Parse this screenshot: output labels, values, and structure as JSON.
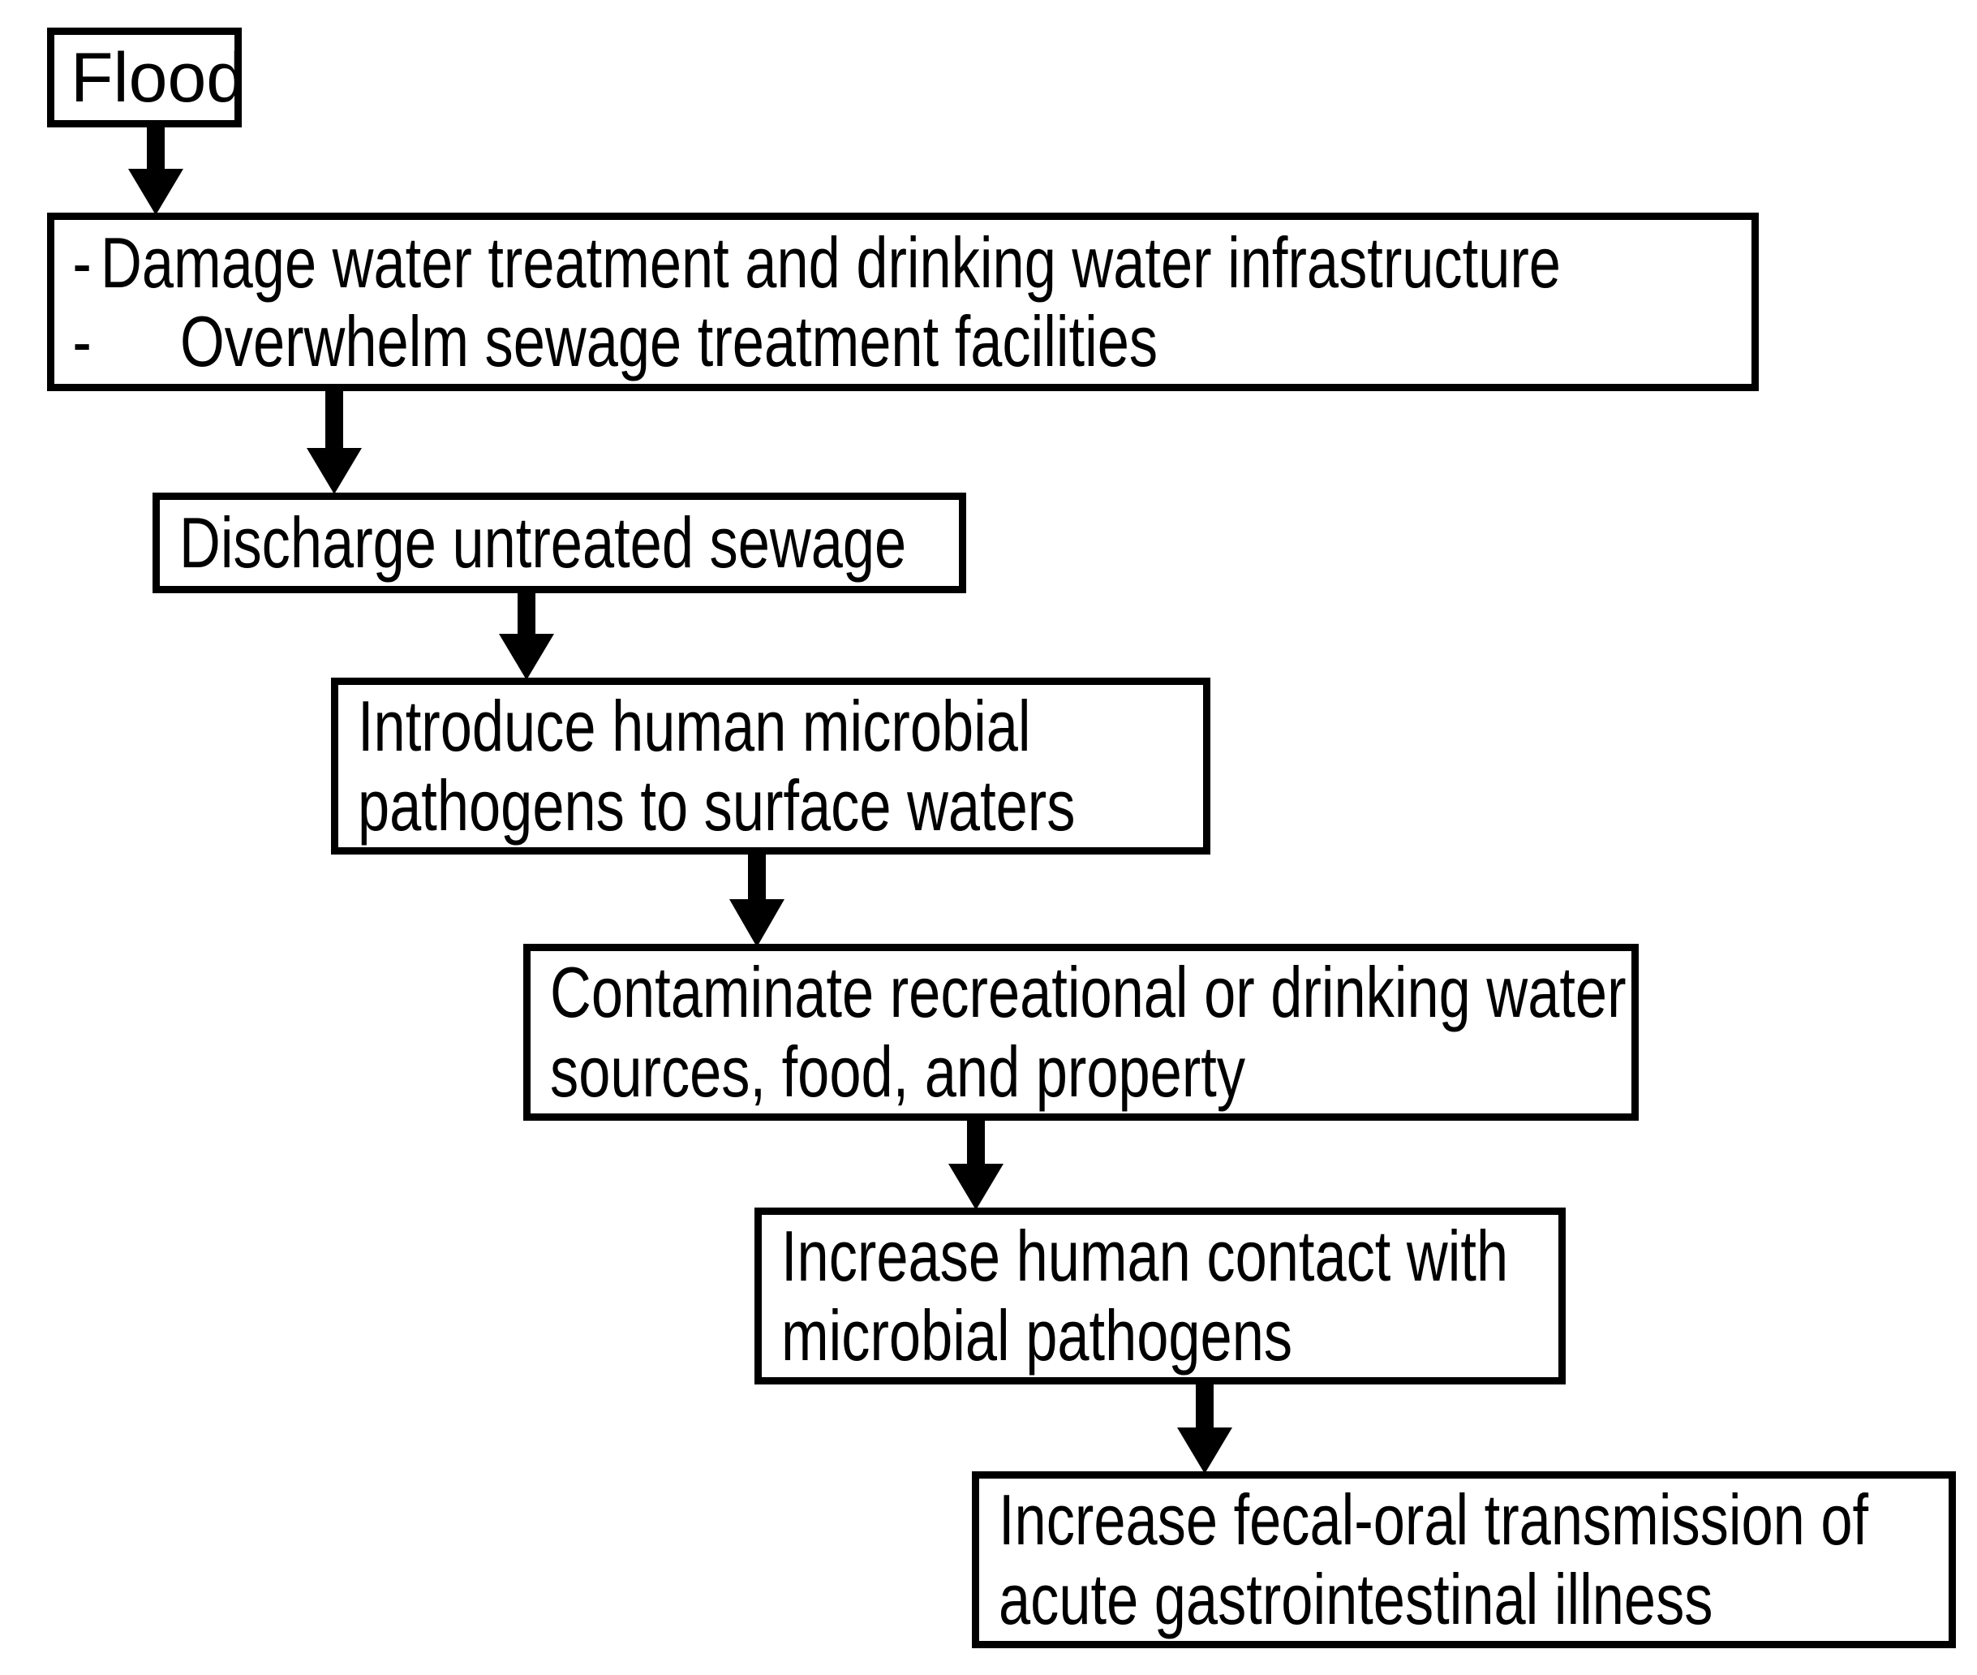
{
  "diagram": {
    "title": "Flood to acute gastrointestinal illness pathway",
    "accent_color": "#000000",
    "background_color": "#ffffff",
    "nodes": [
      {
        "id": "flood",
        "lines": [
          "Flood"
        ]
      },
      {
        "id": "damage",
        "bullet_marker": "-",
        "lines": [
          "Damage water treatment and drinking water infrastructure",
          "Overwhelm sewage treatment facilities"
        ]
      },
      {
        "id": "discharge",
        "lines": [
          "Discharge untreated sewage"
        ]
      },
      {
        "id": "introduce",
        "lines": [
          "Introduce human microbial",
          "pathogens to surface waters"
        ]
      },
      {
        "id": "contaminate",
        "lines": [
          "Contaminate recreational or drinking water",
          "sources, food, and property"
        ]
      },
      {
        "id": "increase_contact",
        "lines": [
          "Increase human contact with",
          "microbial pathogens"
        ]
      },
      {
        "id": "fecal_oral",
        "lines": [
          "Increase fecal-oral transmission of",
          "acute gastrointestinal illness"
        ]
      }
    ],
    "edges": [
      {
        "id": "e1",
        "from": "flood",
        "to": "damage",
        "marker": "down-arrow-icon"
      },
      {
        "id": "e2",
        "from": "damage",
        "to": "discharge",
        "marker": "down-arrow-icon"
      },
      {
        "id": "e3",
        "from": "discharge",
        "to": "introduce",
        "marker": "down-arrow-icon"
      },
      {
        "id": "e4",
        "from": "introduce",
        "to": "contaminate",
        "marker": "down-arrow-icon"
      },
      {
        "id": "e5",
        "from": "contaminate",
        "to": "increase_contact",
        "marker": "down-arrow-icon"
      },
      {
        "id": "e6",
        "from": "increase_contact",
        "to": "fecal_oral",
        "marker": "down-arrow-icon"
      }
    ]
  }
}
